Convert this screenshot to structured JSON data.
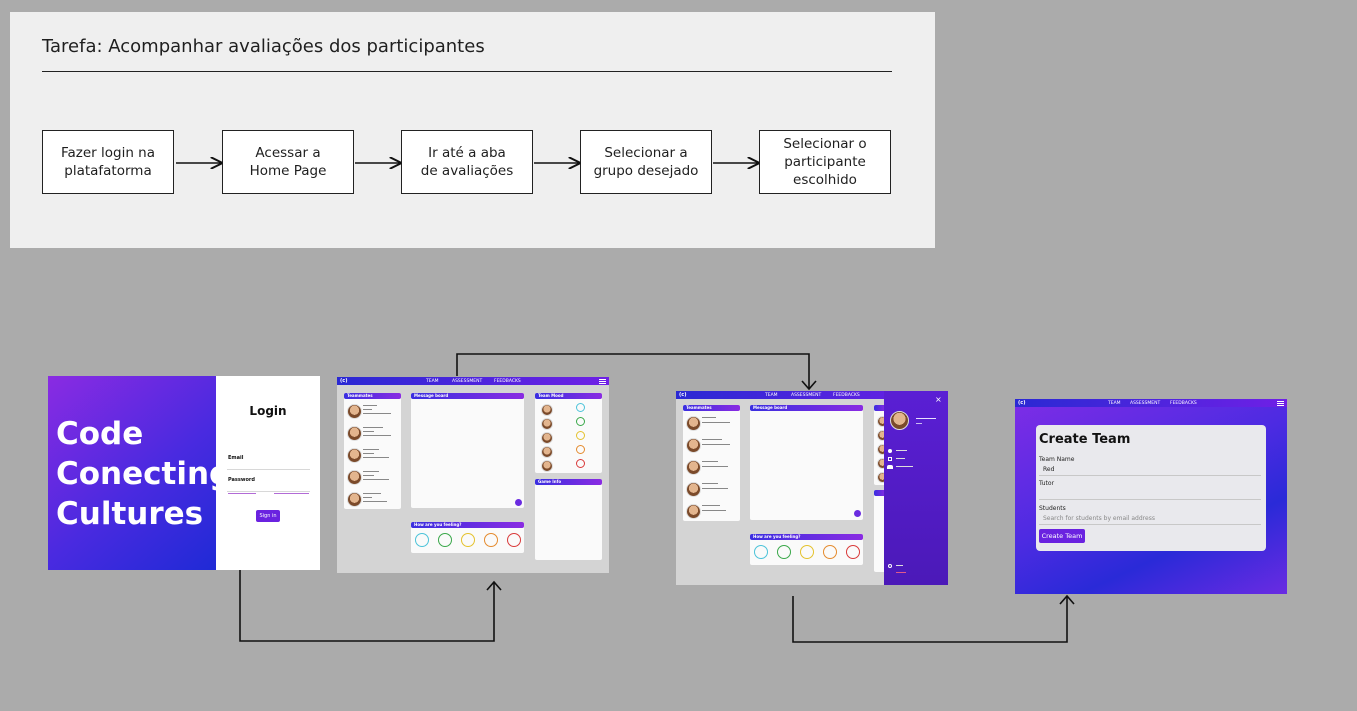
{
  "task": {
    "title": "Tarefa: Acompanhar avaliações dos participantes",
    "steps": [
      "Fazer login na\nplatafatorma",
      "Acessar a\nHome Page",
      "Ir até a aba\nde avaliações",
      "Selecionar a\ngrupo desejado",
      "Selecionar o\nparticipante\nescolhido"
    ]
  },
  "login": {
    "brand": "Code\nConecting\nCultures",
    "title": "Login",
    "email_label": "Email",
    "password_label": "Password",
    "signin": "Sign in"
  },
  "nav": {
    "logo": "(c)",
    "team": "TEAM",
    "assessment": "ASSESSMENT",
    "feedbacks": "FEEDBACKS"
  },
  "home": {
    "teammates": "Teammates",
    "message_board": "Message board",
    "team_mood": "Team Mood",
    "game_info": "Game Info",
    "how_feeling": "How are you feeling?"
  },
  "create": {
    "title": "Create Team",
    "team_name_label": "Team Name",
    "team_name_value": "Red",
    "tutor_label": "Tutor",
    "students_label": "Students",
    "students_placeholder": "Search for students by email address",
    "button": "Create Team"
  },
  "colors": {
    "brand_purple": "#6a22e0",
    "brand_blue": "#2a29d3"
  }
}
